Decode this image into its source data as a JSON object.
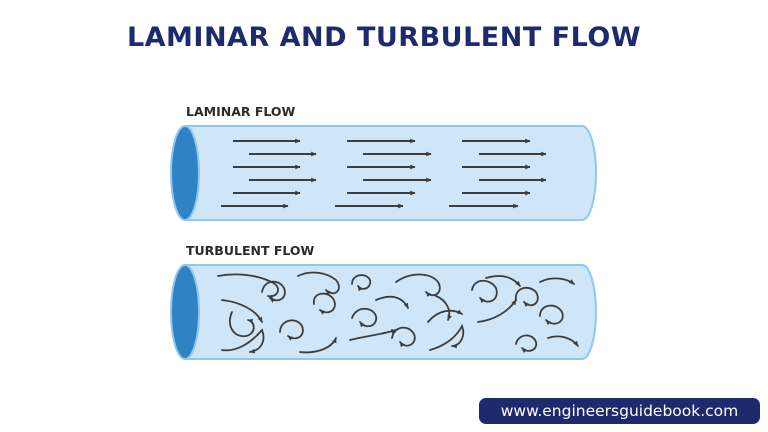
{
  "title": "LAMINAR AND TURBULENT FLOW",
  "sections": {
    "laminar": {
      "label": "LAMINAR FLOW"
    },
    "turbulent": {
      "label": "TURBULENT FLOW"
    }
  },
  "watermark": "www.engineersguidebook.com",
  "colors": {
    "title": "#1e2a6e",
    "pipe_fill": "#cfe6f8",
    "pipe_stroke": "#8ec8ee",
    "pipe_end": "#2f83c4",
    "arrow": "#3d3d3d",
    "watermark_bg": "#1e2a6e"
  }
}
